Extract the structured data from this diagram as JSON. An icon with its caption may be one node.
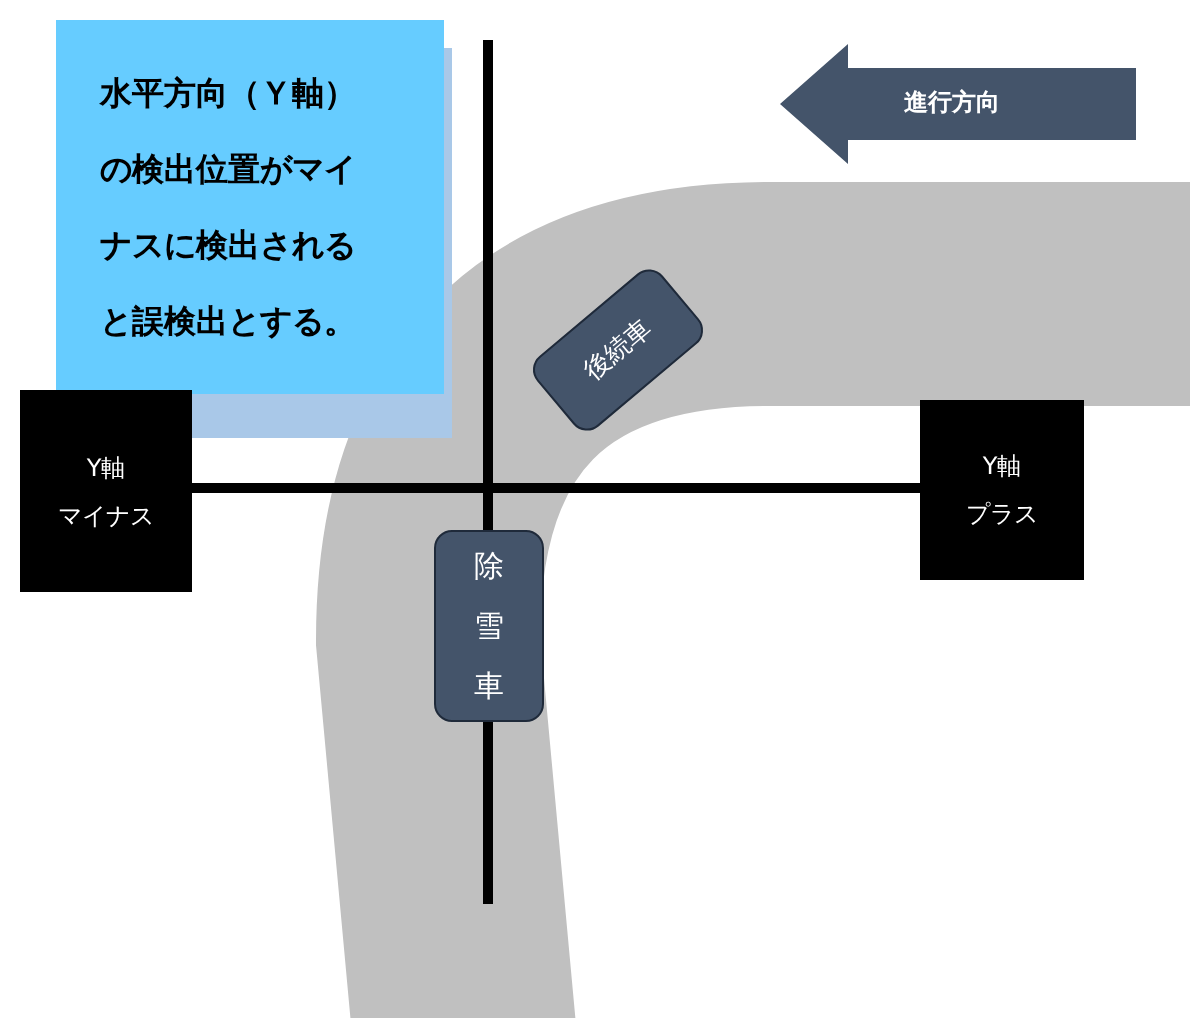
{
  "diagram": {
    "nodes": [
      {
        "text": [
          "水平方向（Ｙ軸）の検出位置がマイナスに検出されると誤検出とする。"
        ]
      },
      {
        "text": [
          "進行方向"
        ]
      },
      {
        "text": [
          "後続車"
        ]
      },
      {
        "text": [
          "Y軸",
          "マイナス"
        ]
      },
      {
        "text": [
          "除雪車"
        ]
      },
      {
        "text": [
          "Y軸",
          "プラス"
        ]
      }
    ]
  }
}
